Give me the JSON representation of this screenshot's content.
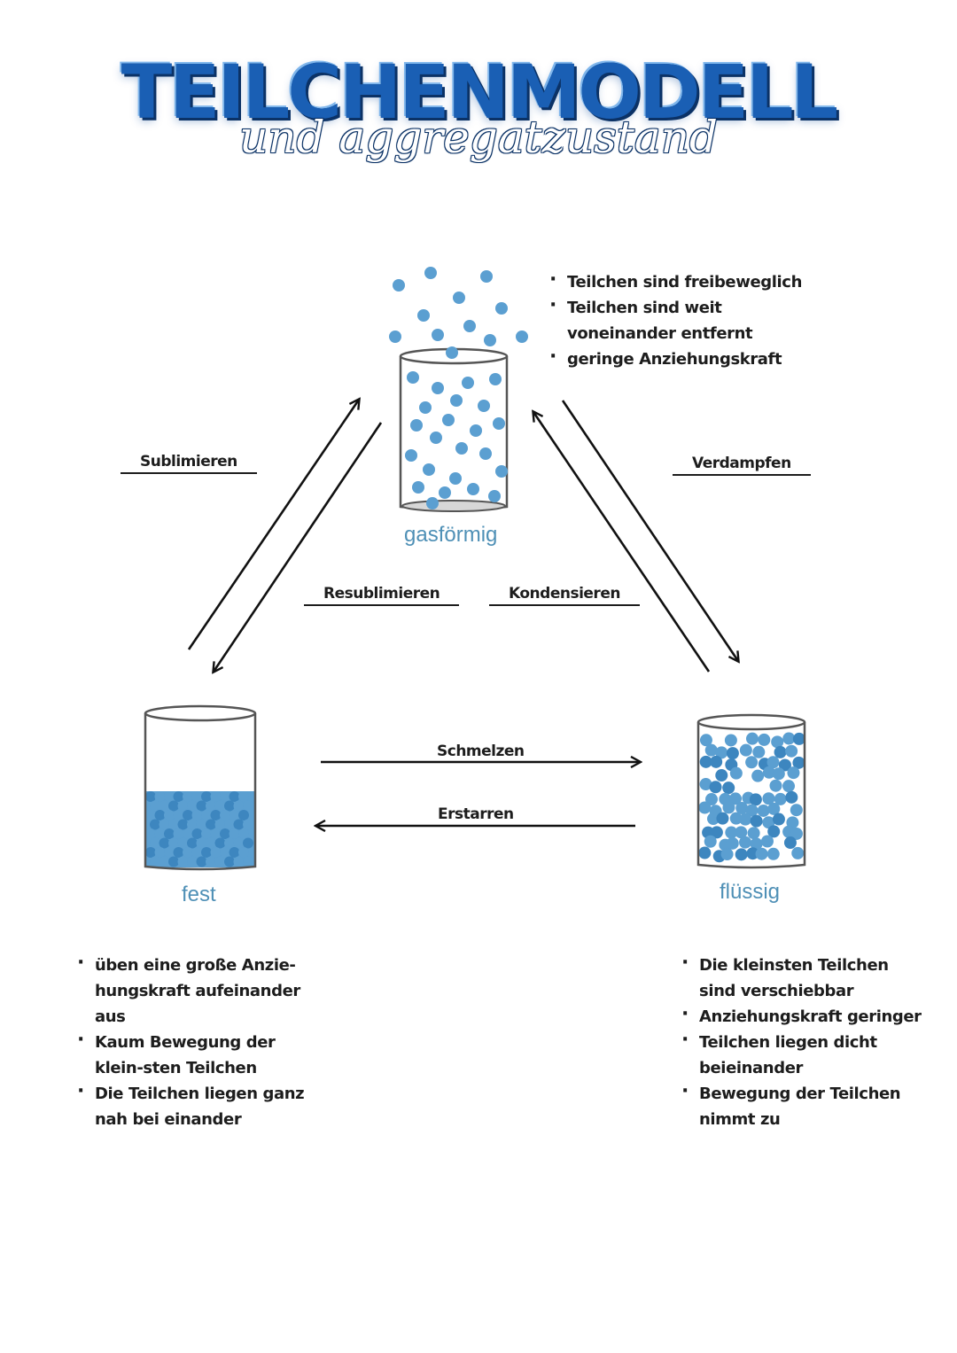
{
  "header": {
    "title": "TEILCHENMODELL",
    "subtitle": "und aggregatzustand"
  },
  "states": {
    "gas": {
      "label": "gasförmig",
      "notes": [
        "Teilchen sind freibeweglich",
        "Teilchen sind weit voneinander entfernt",
        "geringe Anziehungskraft"
      ]
    },
    "solid": {
      "label": "fest",
      "notes": [
        "üben eine große Anzie-hungskraft aufeinander aus",
        "Kaum Bewegung der klein-sten Teilchen",
        "Die Teilchen liegen ganz nah bei einander"
      ]
    },
    "liquid": {
      "label": "flüssig",
      "notes": [
        "Die kleinsten Teilchen sind verschiebbar",
        "Anziehungskraft geringer",
        "Teilchen liegen dicht beieinander",
        "Bewegung der Teilchen nimmt zu"
      ]
    }
  },
  "processes": {
    "sublimieren": "Sublimieren",
    "resublimieren": "Resublimieren",
    "kondensieren": "Kondensieren",
    "verdampfen": "Verdampfen",
    "schmelzen": "Schmelzen",
    "erstarren": "Erstarren"
  },
  "colors": {
    "particle": "#5b9fd1",
    "particle_dark": "#3d86bf",
    "title_blue": "#1a5fb4",
    "state_label": "#4f90b6"
  }
}
